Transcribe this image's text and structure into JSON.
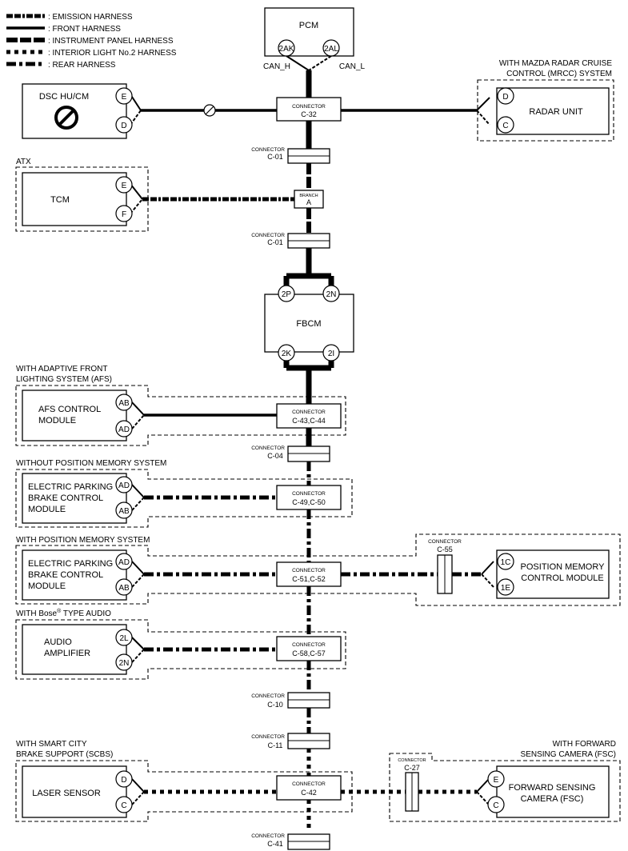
{
  "legend": {
    "emission": ": EMISSION HARNESS",
    "front": ": FRONT HARNESS",
    "instrument": ": INSTRUMENT PANEL HARNESS",
    "interior": ": INTERIOR LIGHT No.2 HARNESS",
    "rear": ": REAR HARNESS"
  },
  "pcm": {
    "label": "PCM",
    "pin1": "2AK",
    "pin2": "2AL",
    "can_h": "CAN_H",
    "can_l": "CAN_L"
  },
  "mrcc": {
    "title1": "WITH MAZDA RADAR CRUISE",
    "title2": "CONTROL (MRCC) SYSTEM",
    "label": "RADAR UNIT",
    "pin1": "D",
    "pin2": "C"
  },
  "dsc": {
    "label": "DSC HU/CM",
    "pin1": "E",
    "pin2": "D"
  },
  "c32": {
    "word": "CONNECTOR",
    "id": "C-32"
  },
  "c01a": {
    "word": "CONNECTOR",
    "id": "C-01"
  },
  "atx": {
    "title": "ATX",
    "label": "TCM",
    "pin1": "E",
    "pin2": "F"
  },
  "branch": {
    "word": "BRANCH",
    "id": "A"
  },
  "c01b": {
    "word": "CONNECTOR",
    "id": "C-01"
  },
  "fbcm": {
    "label": "FBCM",
    "pin_tl": "2P",
    "pin_tr": "2N",
    "pin_bl": "2K",
    "pin_br": "2I"
  },
  "afs": {
    "title1": "WITH ADAPTIVE FRONT",
    "title2": "LIGHTING SYSTEM (AFS)",
    "label1": "AFS CONTROL",
    "label2": "MODULE",
    "pin1": "AB",
    "pin2": "AD",
    "cword": "CONNECTOR",
    "cid": "C-43,C-44"
  },
  "c04": {
    "word": "CONNECTOR",
    "id": "C-04"
  },
  "epb1": {
    "title": "WITHOUT POSITION MEMORY SYSTEM",
    "label1": "ELECTRIC PARKING",
    "label2": "BRAKE CONTROL",
    "label3": "MODULE",
    "pin1": "AD",
    "pin2": "AB",
    "cword": "CONNECTOR",
    "cid": "C-49,C-50"
  },
  "epb2": {
    "title": "WITH POSITION MEMORY SYSTEM",
    "label1": "ELECTRIC PARKING",
    "label2": "BRAKE CONTROL",
    "label3": "MODULE",
    "pin1": "AD",
    "pin2": "AB",
    "cword": "CONNECTOR",
    "cid": "C-51,C-52"
  },
  "pmc": {
    "cword": "CONNECTOR",
    "cid": "C-55",
    "label1": "POSITION MEMORY",
    "label2": "CONTROL MODULE",
    "pin1": "1C",
    "pin2": "1E"
  },
  "bose": {
    "title_a": "WITH Bose",
    "title_sup": "®",
    "title_b": " TYPE AUDIO",
    "label1": "AUDIO",
    "label2": "AMPLIFIER",
    "pin1": "2L",
    "pin2": "2N",
    "cword": "CONNECTOR",
    "cid": "C-58,C-57"
  },
  "c10": {
    "word": "CONNECTOR",
    "id": "C-10"
  },
  "c11": {
    "word": "CONNECTOR",
    "id": "C-11"
  },
  "scbs": {
    "title1": "WITH SMART CITY",
    "title2": "BRAKE SUPPORT (SCBS)",
    "label": "LASER SENSOR",
    "pin1": "D",
    "pin2": "C",
    "cword": "CONNECTOR",
    "cid": "C-42"
  },
  "fsc": {
    "title1": "WITH FORWARD",
    "title2": "SENSING CAMERA (FSC)",
    "label1": "FORWARD SENSING",
    "label2": "CAMERA (FSC)",
    "pin1": "E",
    "pin2": "C",
    "cword": "CONNECTOR",
    "cid": "C-27"
  },
  "c41": {
    "word": "CONNECTOR",
    "id": "C-41"
  }
}
